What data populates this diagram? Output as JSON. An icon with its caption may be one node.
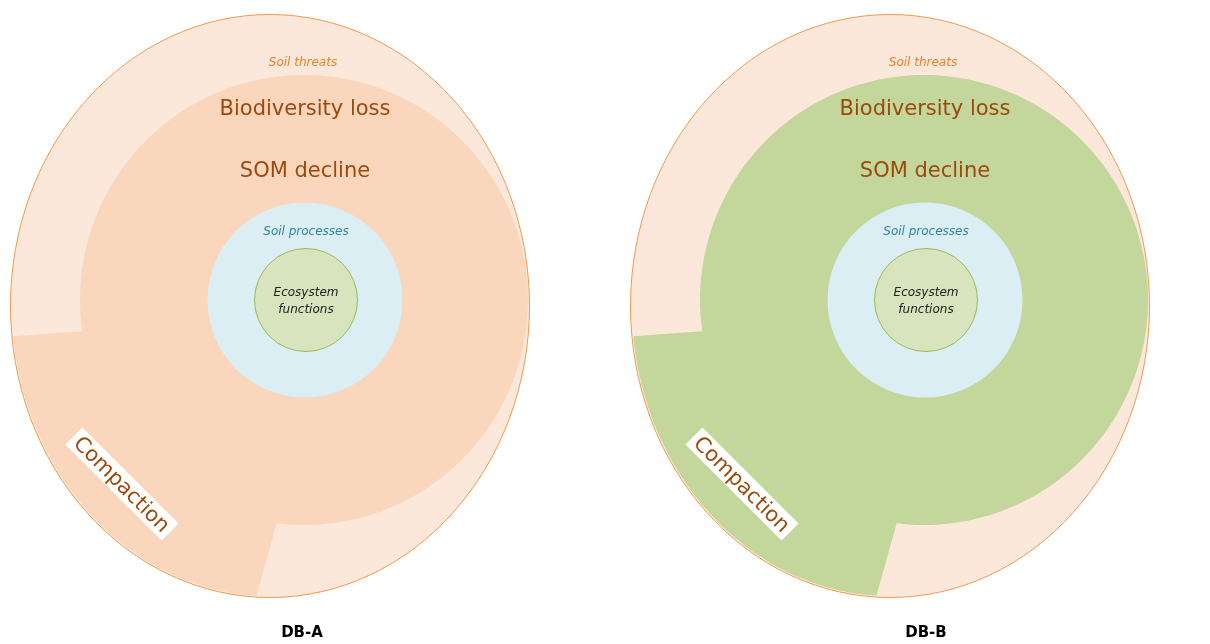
{
  "diagram": {
    "nodes": [
      {
        "text": [
          "Soil threats"
        ]
      },
      {
        "text": [
          "Biodiversity loss",
          "SOM decline",
          "Compaction"
        ],
        "in": 0
      },
      {
        "text": [
          "Soil processes"
        ],
        "in": 1
      },
      {
        "text": [
          "Ecosystem functions"
        ],
        "in": 2
      },
      {
        "text": [
          "Soil threats"
        ]
      },
      {
        "text": [
          "Biodiversity loss",
          "SOM decline",
          "Compaction"
        ],
        "in": 4
      },
      {
        "text": [
          "Soil processes"
        ],
        "in": 5
      },
      {
        "text": [
          "Ecosystem functions"
        ],
        "in": 6
      }
    ],
    "edges": [],
    "labels": [
      "DB-A",
      "DB-B"
    ]
  }
}
